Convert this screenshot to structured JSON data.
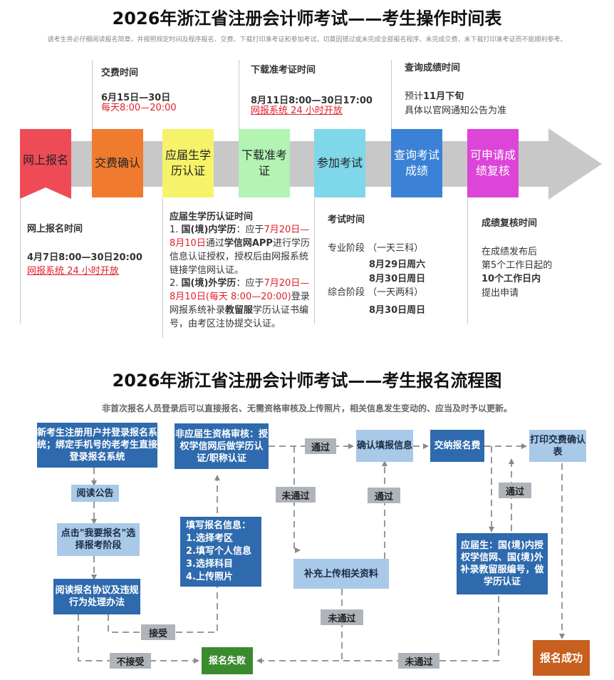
{
  "top": {
    "title": "2026年浙江省注册会计师考试——考生操作时间表",
    "subtitle": "请考生务必仔细阅读报名简章，并按照规定时间及程序报名、交费、下载打印准考证和参加考试，切莫因错过或未完成全部报名程序、未完成交费、未下载打印准考证而不能顺利参考。",
    "steps": [
      {
        "label": "网上报名",
        "color": "#ee4b57"
      },
      {
        "label": "交费确认",
        "color": "#f07b2f"
      },
      {
        "label": "应届生学历认证",
        "color": "#f6f36a"
      },
      {
        "label": "下载准考证",
        "color": "#b3f3b3"
      },
      {
        "label": "参加考试",
        "color": "#7fd7ea"
      },
      {
        "label": "查询考试成绩",
        "color": "#3b82d6"
      },
      {
        "label": "可申请成绩复核",
        "color": "#dd44d8"
      }
    ],
    "info_fee": {
      "title": "交费时间",
      "date": "6月15日—30日",
      "daily": "每天8:00—20:00"
    },
    "info_admit": {
      "title": "下载准考证时间",
      "date": "8月11日8:00—30日17:00",
      "note": "网报系统 24 小时开放"
    },
    "info_score": {
      "title": "查询成绩时间",
      "line1_pre": "预计",
      "line1_bold": "11月下旬",
      "line2": "具体以官网通知公告为准"
    },
    "info_register": {
      "title": "网上报名时间",
      "date": "4月7日8:00—30日20:00",
      "note": "网报系统 24 小时开放"
    },
    "info_cert": {
      "title": "应届生学历认证时间",
      "p1_a": "1. ",
      "p1_b": "国(境)内学历",
      "p1_c": "：应于",
      "p1_d": "7月20日—8月10日",
      "p1_e": "通过",
      "p1_f": "学信网APP",
      "p1_g": "进行学历信息认证授权，授权后由网报系统链接学信网认证。",
      "p2_a": "2. ",
      "p2_b": "国(境)外学历",
      "p2_c": "：应于",
      "p2_d": "7月20日—8月10日(每天 8:00—20:00)",
      "p2_e": "登录网报系统补录",
      "p2_f": "教留服",
      "p2_g": "学历认证书编号，由考区注协提交认证。"
    },
    "info_exam": {
      "title": "考试时间",
      "pro": "专业阶段 （一天三科）",
      "pro_d1": "8月29日周六",
      "pro_d2": "8月30日周日",
      "comp": "综合阶段 （一天两科）",
      "comp_d1": "8月30日周日"
    },
    "info_review": {
      "title": "成绩复核时间",
      "l1": "在成绩发布后",
      "l2": "第5个工作日起的",
      "l3": "10个工作日内",
      "l4": "提出申请"
    }
  },
  "flow": {
    "title": "2026年浙江省注册会计师考试——考生报名流程图",
    "subtitle": "非首次报名人员登录后可以直接报名、无需资格审核及上传照片，相关信息发生变动的、应当及时予以更新。",
    "new_user": "新考生注册用户并登录报名系统；绑定手机号的老考生直接登录报名系统",
    "read_notice": "阅读公告",
    "click_apply": "点击\"我要报名\"选择报考阶段",
    "read_agreement": "阅读报名协议及违规行为处理办法",
    "accept": "接受",
    "reject": "不接受",
    "fail": "报名失败",
    "fill_info": "填写报名信息：\n1.选择考区\n2.填写个人信息\n3.选择科目\n4.上传照片",
    "non_grad": "非应届生资格审核：授权学信网后做学历认证/职称认证",
    "pass1": "通过",
    "notpass1": "未通过",
    "confirm_info": "确认填报信息",
    "pass2": "通过",
    "supplement": "补充上传相关资料",
    "notpass2": "未通过",
    "notpass3": "未通过",
    "pay": "交纳报名费",
    "print": "打印交费确认表",
    "pass3": "通过",
    "grad_box": "应届生：国(境)内授权学信网、国(境)外补录教留服编号，做学历认证",
    "success": "报名成功"
  }
}
